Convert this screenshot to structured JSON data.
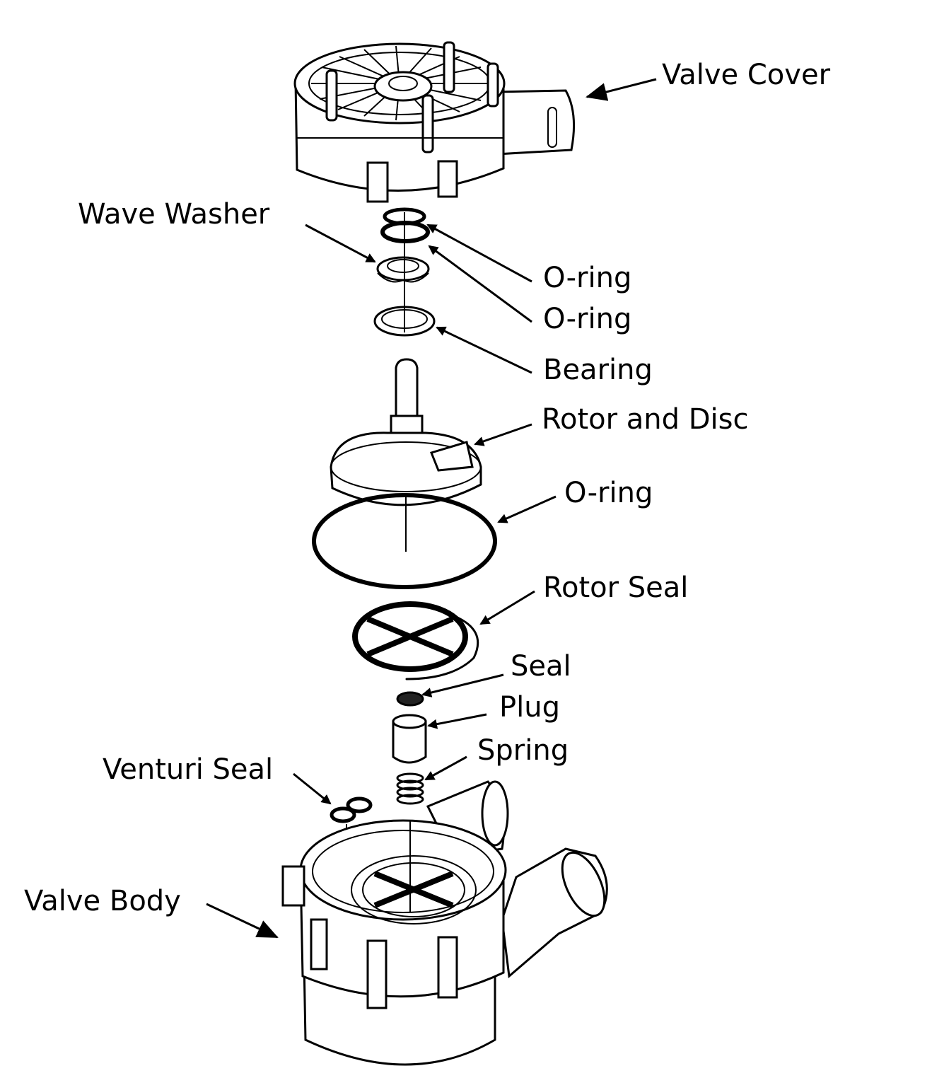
{
  "labels": {
    "valve_cover": "Valve Cover",
    "wave_washer": "Wave Washer",
    "o_ring_1": "O-ring",
    "o_ring_2": "O-ring",
    "bearing": "Bearing",
    "rotor_and_disc": "Rotor and Disc",
    "o_ring_3": "O-ring",
    "rotor_seal": "Rotor Seal",
    "seal": "Seal",
    "plug": "Plug",
    "spring": "Spring",
    "venturi_seal": "Venturi Seal",
    "valve_body": "Valve Body"
  }
}
